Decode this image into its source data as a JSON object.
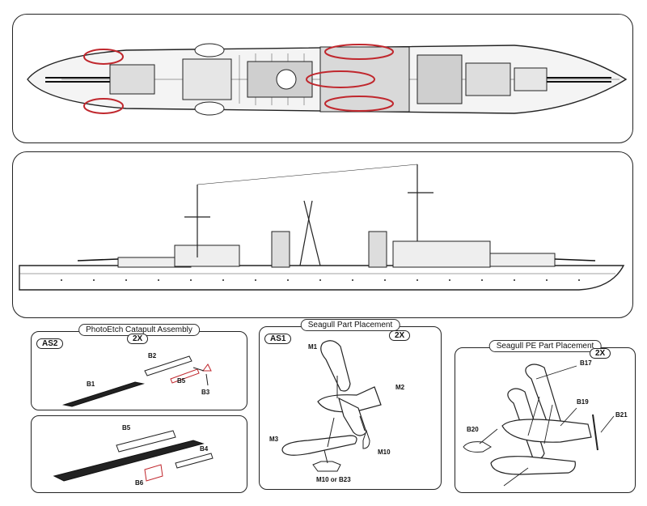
{
  "top_panel": {},
  "side_panel": {},
  "catapult_panel": {
    "title": "PhotoEtch Catapult Assembly",
    "badge": "AS2",
    "qty": "2X",
    "labels": {
      "b1": "B1",
      "b2": "B2",
      "b5": "B5",
      "b3": "B3"
    }
  },
  "catapult_lower_panel": {
    "labels": {
      "b5": "B5",
      "b4": "B4",
      "b6": "B6"
    }
  },
  "seagull_panel": {
    "title": "Seagull Part Placement",
    "badge": "AS1",
    "qty": "2X",
    "labels": {
      "m1": "M1",
      "m2": "M2",
      "m3": "M3",
      "m10": "M10",
      "m10b23": "M10 or B23"
    }
  },
  "seagull_pe_panel": {
    "title": "Seagull PE Part Placement",
    "qty": "2X",
    "labels": {
      "b17": "B17",
      "b19": "B19",
      "b20": "B20",
      "b21": "B21"
    }
  },
  "colors": {
    "highlight": "#c0272d",
    "line": "#222222"
  }
}
